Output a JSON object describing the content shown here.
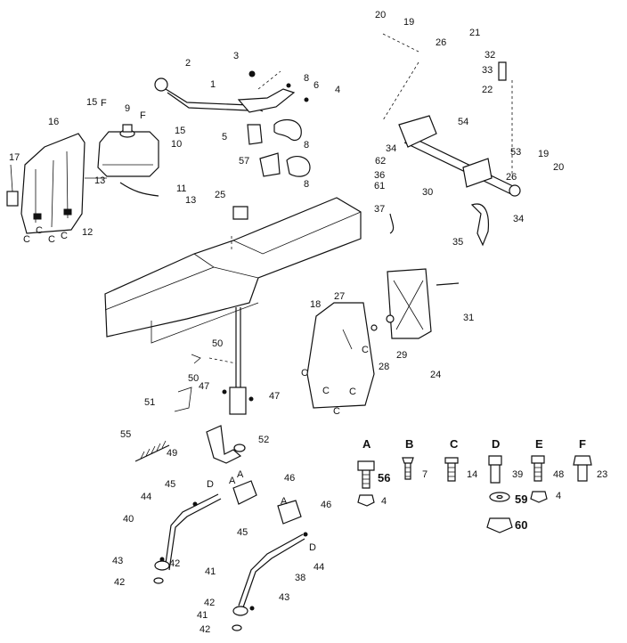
{
  "parts": [
    {
      "key": "p1",
      "text": "1"
    },
    {
      "key": "p2",
      "text": "2"
    },
    {
      "key": "p3",
      "text": "3"
    },
    {
      "key": "p4a",
      "text": "4"
    },
    {
      "key": "p5",
      "text": "5"
    },
    {
      "key": "p6",
      "text": "6"
    },
    {
      "key": "p8a",
      "text": "8"
    },
    {
      "key": "p8b",
      "text": "8"
    },
    {
      "key": "p8c",
      "text": "8"
    },
    {
      "key": "p9",
      "text": "9"
    },
    {
      "key": "p10",
      "text": "10"
    },
    {
      "key": "p11",
      "text": "11"
    },
    {
      "key": "p12",
      "text": "12"
    },
    {
      "key": "p13a",
      "text": "13"
    },
    {
      "key": "p13b",
      "text": "13"
    },
    {
      "key": "p15a",
      "text": "15"
    },
    {
      "key": "p15b",
      "text": "15"
    },
    {
      "key": "p16",
      "text": "16"
    },
    {
      "key": "p17",
      "text": "17"
    },
    {
      "key": "p18",
      "text": "18"
    },
    {
      "key": "p19a",
      "text": "19"
    },
    {
      "key": "p19b",
      "text": "19"
    },
    {
      "key": "p20a",
      "text": "20"
    },
    {
      "key": "p20b",
      "text": "20"
    },
    {
      "key": "p21",
      "text": "21"
    },
    {
      "key": "p22",
      "text": "22"
    },
    {
      "key": "p24",
      "text": "24"
    },
    {
      "key": "p25",
      "text": "25"
    },
    {
      "key": "p26a",
      "text": "26"
    },
    {
      "key": "p26b",
      "text": "26"
    },
    {
      "key": "p27",
      "text": "27"
    },
    {
      "key": "p28",
      "text": "28"
    },
    {
      "key": "p29",
      "text": "29"
    },
    {
      "key": "p30",
      "text": "30"
    },
    {
      "key": "p31",
      "text": "31"
    },
    {
      "key": "p32",
      "text": "32"
    },
    {
      "key": "p33",
      "text": "33"
    },
    {
      "key": "p34a",
      "text": "34"
    },
    {
      "key": "p34b",
      "text": "34"
    },
    {
      "key": "p35",
      "text": "35"
    },
    {
      "key": "p36",
      "text": "36"
    },
    {
      "key": "p37",
      "text": "37"
    },
    {
      "key": "p38",
      "text": "38"
    },
    {
      "key": "p40",
      "text": "40"
    },
    {
      "key": "p41a",
      "text": "41"
    },
    {
      "key": "p41b",
      "text": "41"
    },
    {
      "key": "p42a",
      "text": "42"
    },
    {
      "key": "p42b",
      "text": "42"
    },
    {
      "key": "p42c",
      "text": "42"
    },
    {
      "key": "p42d",
      "text": "42"
    },
    {
      "key": "p43a",
      "text": "43"
    },
    {
      "key": "p43b",
      "text": "43"
    },
    {
      "key": "p44a",
      "text": "44"
    },
    {
      "key": "p44b",
      "text": "44"
    },
    {
      "key": "p45a",
      "text": "45"
    },
    {
      "key": "p45b",
      "text": "45"
    },
    {
      "key": "p46a",
      "text": "46"
    },
    {
      "key": "p46b",
      "text": "46"
    },
    {
      "key": "p47a",
      "text": "47"
    },
    {
      "key": "p47b",
      "text": "47"
    },
    {
      "key": "p49",
      "text": "49"
    },
    {
      "key": "p50a",
      "text": "50"
    },
    {
      "key": "p50b",
      "text": "50"
    },
    {
      "key": "p51",
      "text": "51"
    },
    {
      "key": "p52",
      "text": "52"
    },
    {
      "key": "p53",
      "text": "53"
    },
    {
      "key": "p54",
      "text": "54"
    },
    {
      "key": "p55",
      "text": "55"
    },
    {
      "key": "p57",
      "text": "57"
    },
    {
      "key": "p61",
      "text": "61"
    },
    {
      "key": "p62",
      "text": "62"
    }
  ],
  "letters": [
    {
      "key": "lF1",
      "text": "F"
    },
    {
      "key": "lF2",
      "text": "F"
    },
    {
      "key": "lA1",
      "text": "A"
    },
    {
      "key": "lA2",
      "text": "A"
    },
    {
      "key": "lA3",
      "text": "A"
    },
    {
      "key": "lD1",
      "text": "D"
    },
    {
      "key": "lD2",
      "text": "D"
    },
    {
      "key": "lC1",
      "text": "C"
    },
    {
      "key": "lC2",
      "text": "C"
    },
    {
      "key": "lC3",
      "text": "C"
    },
    {
      "key": "lC4",
      "text": "C"
    },
    {
      "key": "lC5",
      "text": "C"
    },
    {
      "key": "lC6",
      "text": "C"
    },
    {
      "key": "lC7",
      "text": "C"
    },
    {
      "key": "lC8",
      "text": "C"
    },
    {
      "key": "lC9",
      "text": "C"
    }
  ],
  "legend": [
    {
      "letter": "A",
      "part": "56",
      "extra": "4"
    },
    {
      "letter": "B",
      "part": "7"
    },
    {
      "letter": "C",
      "part": "14"
    },
    {
      "letter": "D",
      "part": "39",
      "extra": "59",
      "extra2": "4",
      "extra3": "60"
    },
    {
      "letter": "E",
      "part": "48"
    },
    {
      "letter": "F",
      "part": "23"
    }
  ]
}
